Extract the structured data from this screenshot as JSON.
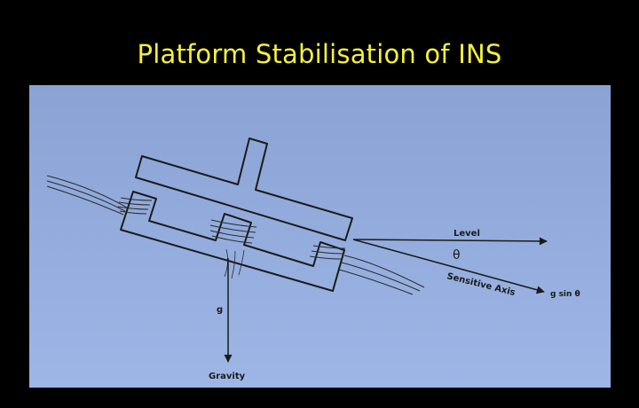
{
  "title": "Platform Stabilisation of INS",
  "diagram": {
    "labels": {
      "level": "Level",
      "theta": "θ",
      "sensitive_axis": "Sensitive Axis",
      "g_sin": "g sin θ",
      "g": "g",
      "gravity": "Gravity"
    },
    "colors": {
      "page_background": "#000000",
      "title": "#f4f13a",
      "panel_top": "#8aa3d4",
      "panel_bottom": "#9db6e6",
      "line": "#1b1b1b"
    }
  }
}
